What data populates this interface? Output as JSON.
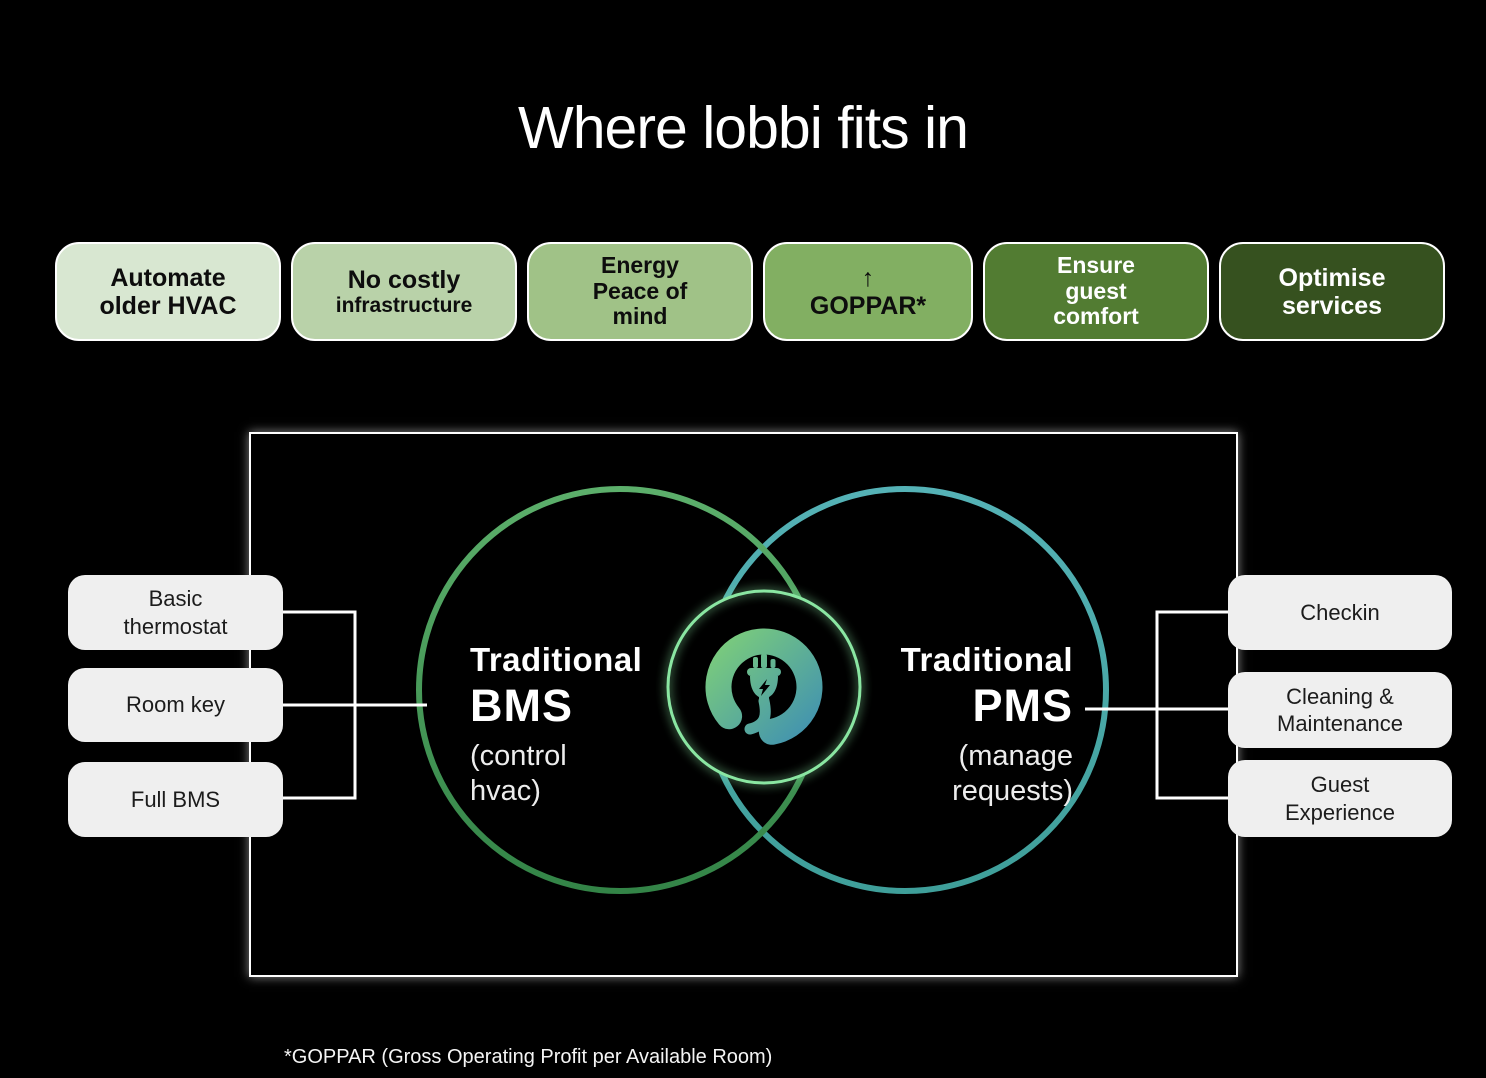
{
  "title": "Where lobbi fits in",
  "badges": [
    {
      "label": "Automate older HVAC",
      "lines": [
        "Automate",
        "older HVAC"
      ],
      "bg": "#d8e7d1",
      "text_color": "#0d0d0d"
    },
    {
      "label": "No costly infrastructure",
      "lines": [
        "No costly",
        "infrastructure"
      ],
      "bg": "#b9d2a9",
      "text_color": "#0d0d0d"
    },
    {
      "label": "Energy Peace of mind",
      "lines": [
        "Energy",
        "Peace of",
        "mind"
      ],
      "bg": "#a0c287",
      "text_color": "#0d0d0d"
    },
    {
      "label": "↑ GOPPAR*",
      "lines": [
        "↑",
        "GOPPAR*"
      ],
      "bg": "#82af62",
      "text_color": "#0d0d0d"
    },
    {
      "label": "Ensure guest comfort",
      "lines": [
        "Ensure",
        "guest",
        "comfort"
      ],
      "bg": "#527c32",
      "text_color": "#ffffff"
    },
    {
      "label": "Optimise services",
      "lines": [
        "Optimise",
        "services"
      ],
      "bg": "#36511f",
      "text_color": "#ffffff"
    }
  ],
  "venn": {
    "left_circle": {
      "name": "Traditional BMS",
      "title": "Traditional",
      "acronym": "BMS",
      "subtitle": "(control hvac)",
      "subtitle_lines": [
        "(control",
        "hvac)"
      ],
      "stroke_color": "#3f8f4e"
    },
    "right_circle": {
      "name": "Traditional PMS",
      "title": "Traditional",
      "acronym": "PMS",
      "subtitle": "(manage requests)",
      "subtitle_lines": [
        "(manage",
        "requests)"
      ],
      "stroke_color": "#47a8a4"
    },
    "center": {
      "logo": "lobbi-plug-logo",
      "ring_color": "#8ae6a2",
      "logo_gradient": [
        "#7fd078",
        "#3e8fb3"
      ]
    }
  },
  "left_items": [
    {
      "label": "Basic thermostat",
      "lines": [
        "Basic",
        "thermostat"
      ]
    },
    {
      "label": "Room key",
      "lines": [
        "Room key"
      ]
    },
    {
      "label": "Full BMS",
      "lines": [
        "Full BMS"
      ]
    }
  ],
  "right_items": [
    {
      "label": "Checkin",
      "lines": [
        "Checkin"
      ]
    },
    {
      "label": "Cleaning & Maintenance",
      "lines": [
        "Cleaning &",
        "Maintenance"
      ]
    },
    {
      "label": "Guest Experience",
      "lines": [
        "Guest",
        "Experience"
      ]
    }
  ],
  "footnote": "*GOPPAR (Gross Operating Profit per Available Room)",
  "colors": {
    "background": "#000000",
    "frame_border": "#ffffff",
    "connector": "#ffffff",
    "item_box_bg": "#efefef"
  }
}
